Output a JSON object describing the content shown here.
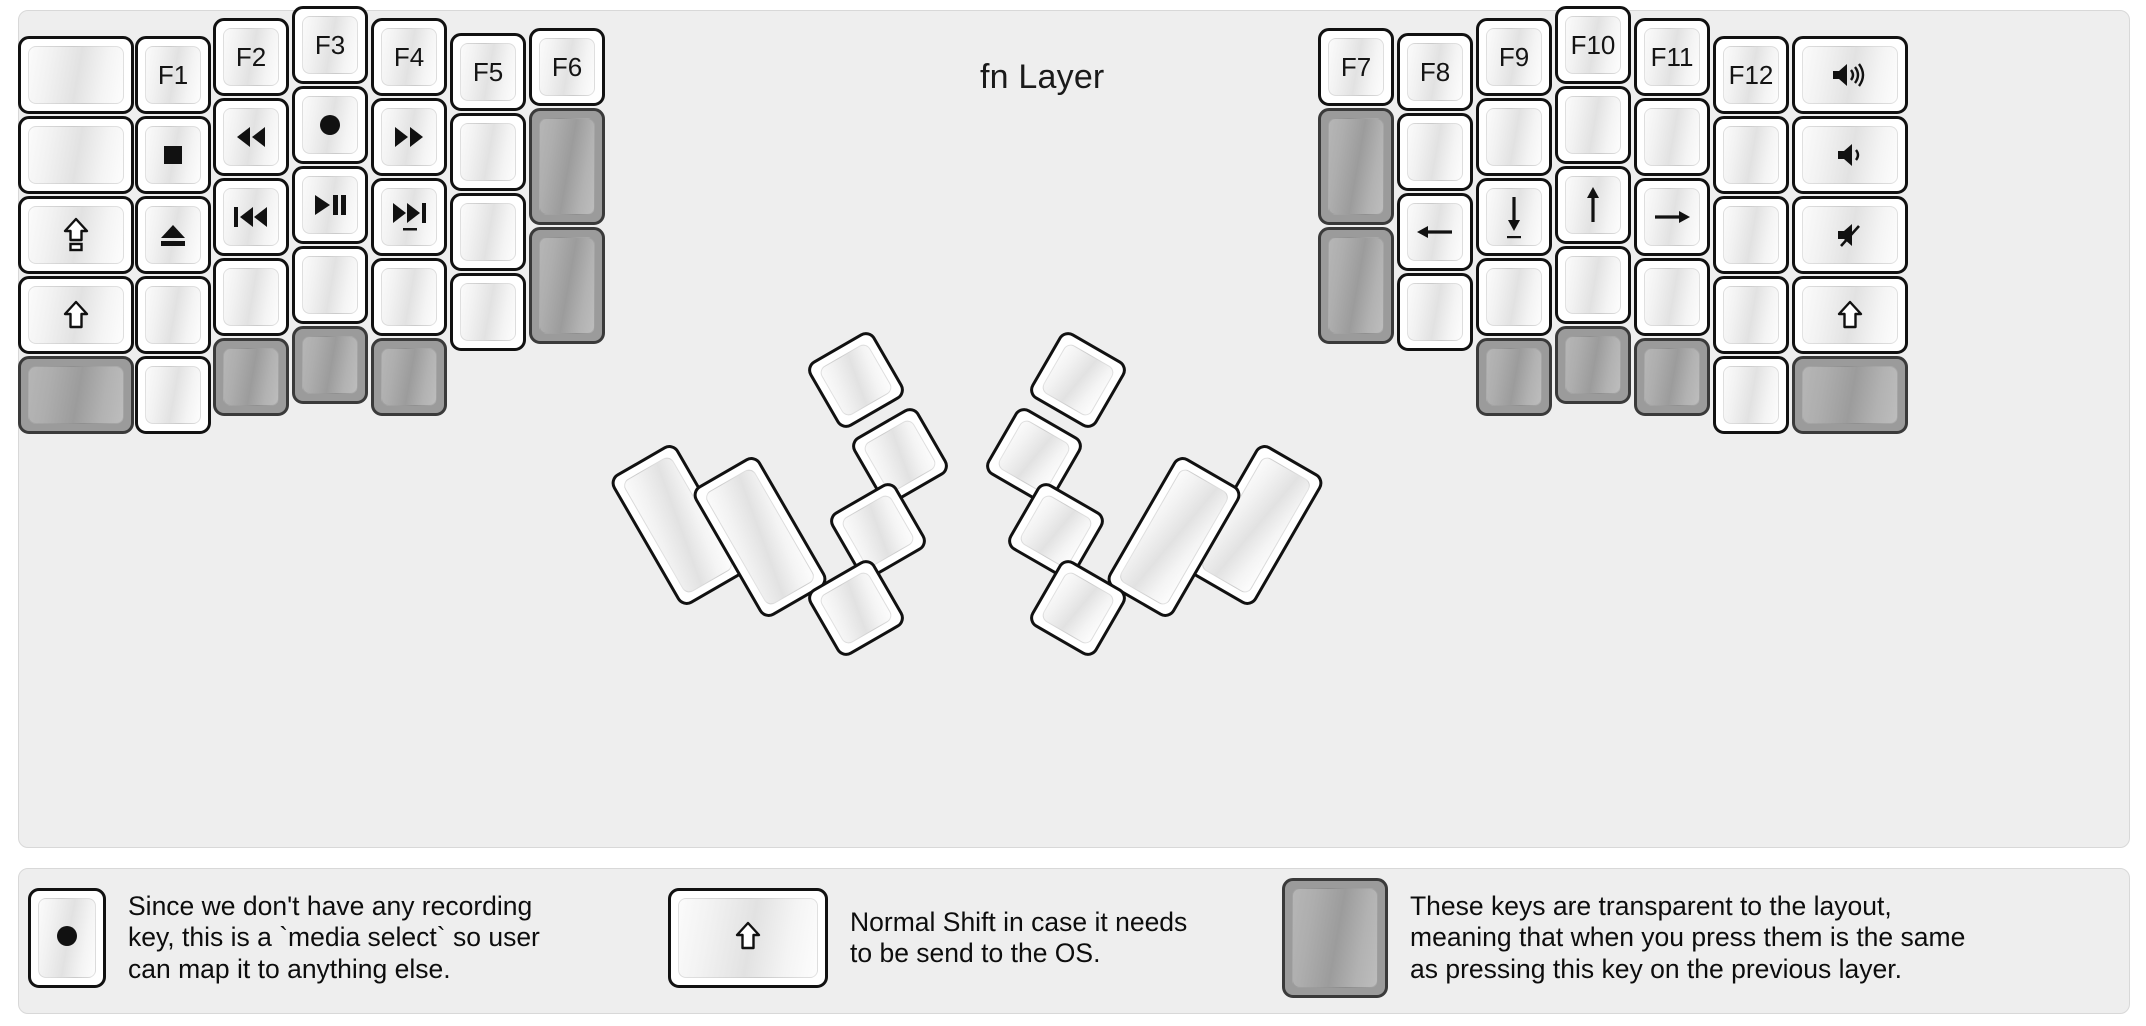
{
  "title": "fn Layer",
  "colors": {
    "panel_background": "#eeeeee",
    "key_face": "#ffffff",
    "key_border": "#111111",
    "transparent_key": "#9b9b9b",
    "label_text": "#141414"
  },
  "keyboard": {
    "name": "split-ergonomic-keyboard",
    "left_half": {
      "columns": [
        {
          "name": "pinky-outer-column",
          "keys": [
            {
              "label": "",
              "icon": "",
              "type": "normal"
            },
            {
              "label": "",
              "icon": "",
              "type": "normal"
            },
            {
              "label": "",
              "icon": "caps-lock-icon",
              "type": "normal"
            },
            {
              "label": "",
              "icon": "shift-icon",
              "type": "normal"
            },
            {
              "label": "",
              "icon": "",
              "type": "transparent"
            }
          ]
        },
        {
          "name": "pinky-column",
          "keys": [
            {
              "label": "F1",
              "icon": "",
              "type": "normal"
            },
            {
              "label": "",
              "icon": "media-stop-icon",
              "type": "normal"
            },
            {
              "label": "",
              "icon": "media-eject-icon",
              "type": "normal"
            },
            {
              "label": "",
              "icon": "",
              "type": "normal"
            },
            {
              "label": "",
              "icon": "",
              "type": "normal"
            }
          ]
        },
        {
          "name": "ring-column",
          "keys": [
            {
              "label": "F2",
              "icon": "",
              "type": "normal"
            },
            {
              "label": "",
              "icon": "media-rewind-icon",
              "type": "normal"
            },
            {
              "label": "",
              "icon": "media-previous-track-icon",
              "type": "normal"
            },
            {
              "label": "",
              "icon": "",
              "type": "normal"
            },
            {
              "label": "",
              "icon": "",
              "type": "transparent"
            }
          ]
        },
        {
          "name": "middle-column",
          "keys": [
            {
              "label": "F3",
              "icon": "",
              "type": "normal"
            },
            {
              "label": "",
              "icon": "media-record-icon",
              "type": "normal"
            },
            {
              "label": "",
              "icon": "media-play-pause-icon",
              "type": "normal"
            },
            {
              "label": "",
              "icon": "",
              "type": "normal"
            },
            {
              "label": "",
              "icon": "",
              "type": "transparent"
            }
          ]
        },
        {
          "name": "index-column",
          "keys": [
            {
              "label": "F4",
              "icon": "",
              "type": "normal"
            },
            {
              "label": "",
              "icon": "media-fast-forward-icon",
              "type": "normal"
            },
            {
              "label": "",
              "icon": "media-next-track-icon",
              "type": "normal"
            },
            {
              "label": "",
              "icon": "",
              "type": "normal"
            },
            {
              "label": "",
              "icon": "",
              "type": "transparent"
            }
          ]
        },
        {
          "name": "index-inner-column",
          "keys": [
            {
              "label": "F5",
              "icon": "",
              "type": "normal"
            },
            {
              "label": "",
              "icon": "",
              "type": "normal"
            },
            {
              "label": "",
              "icon": "",
              "type": "normal"
            },
            {
              "label": "",
              "icon": "",
              "type": "normal"
            }
          ]
        },
        {
          "name": "inner-column",
          "keys": [
            {
              "label": "F6",
              "icon": "",
              "type": "normal"
            },
            {
              "label": "",
              "icon": "",
              "type": "transparent"
            },
            {
              "label": "",
              "icon": "",
              "type": "transparent"
            }
          ]
        }
      ],
      "thumb_cluster": {
        "name": "left-thumb-cluster",
        "keys": [
          {
            "label": "",
            "icon": "",
            "type": "normal"
          },
          {
            "label": "",
            "icon": "",
            "type": "normal"
          },
          {
            "label": "",
            "icon": "",
            "type": "normal"
          },
          {
            "label": "",
            "icon": "",
            "type": "normal"
          },
          {
            "label": "",
            "icon": "",
            "type": "normal"
          },
          {
            "label": "",
            "icon": "",
            "type": "normal"
          }
        ]
      }
    },
    "right_half": {
      "columns": [
        {
          "name": "inner-column",
          "keys": [
            {
              "label": "F7",
              "icon": "",
              "type": "normal"
            },
            {
              "label": "",
              "icon": "",
              "type": "transparent"
            },
            {
              "label": "",
              "icon": "",
              "type": "transparent"
            }
          ]
        },
        {
          "name": "index-inner-column",
          "keys": [
            {
              "label": "F8",
              "icon": "",
              "type": "normal"
            },
            {
              "label": "",
              "icon": "",
              "type": "normal"
            },
            {
              "label": "",
              "icon": "arrow-left-icon",
              "type": "normal"
            },
            {
              "label": "",
              "icon": "",
              "type": "normal"
            }
          ]
        },
        {
          "name": "index-column",
          "keys": [
            {
              "label": "F9",
              "icon": "",
              "type": "normal"
            },
            {
              "label": "",
              "icon": "",
              "type": "normal"
            },
            {
              "label": "",
              "icon": "arrow-down-icon",
              "type": "normal"
            },
            {
              "label": "",
              "icon": "",
              "type": "normal"
            },
            {
              "label": "",
              "icon": "",
              "type": "transparent"
            }
          ]
        },
        {
          "name": "middle-column",
          "keys": [
            {
              "label": "F10",
              "icon": "",
              "type": "normal"
            },
            {
              "label": "",
              "icon": "",
              "type": "normal"
            },
            {
              "label": "",
              "icon": "arrow-up-icon",
              "type": "normal"
            },
            {
              "label": "",
              "icon": "",
              "type": "normal"
            },
            {
              "label": "",
              "icon": "",
              "type": "transparent"
            }
          ]
        },
        {
          "name": "ring-column",
          "keys": [
            {
              "label": "F11",
              "icon": "",
              "type": "normal"
            },
            {
              "label": "",
              "icon": "",
              "type": "normal"
            },
            {
              "label": "",
              "icon": "arrow-right-icon",
              "type": "normal"
            },
            {
              "label": "",
              "icon": "",
              "type": "normal"
            },
            {
              "label": "",
              "icon": "",
              "type": "transparent"
            }
          ]
        },
        {
          "name": "pinky-column",
          "keys": [
            {
              "label": "F12",
              "icon": "",
              "type": "normal"
            },
            {
              "label": "",
              "icon": "",
              "type": "normal"
            },
            {
              "label": "",
              "icon": "",
              "type": "normal"
            },
            {
              "label": "",
              "icon": "",
              "type": "normal"
            },
            {
              "label": "",
              "icon": "",
              "type": "normal"
            }
          ]
        },
        {
          "name": "pinky-outer-column",
          "keys": [
            {
              "label": "",
              "icon": "volume-up-icon",
              "type": "normal"
            },
            {
              "label": "",
              "icon": "volume-down-icon",
              "type": "normal"
            },
            {
              "label": "",
              "icon": "volume-mute-icon",
              "type": "normal"
            },
            {
              "label": "",
              "icon": "shift-icon",
              "type": "normal"
            },
            {
              "label": "",
              "icon": "",
              "type": "transparent"
            }
          ]
        }
      ],
      "thumb_cluster": {
        "name": "right-thumb-cluster",
        "keys": [
          {
            "label": "",
            "icon": "",
            "type": "normal"
          },
          {
            "label": "",
            "icon": "",
            "type": "normal"
          },
          {
            "label": "",
            "icon": "",
            "type": "normal"
          },
          {
            "label": "",
            "icon": "",
            "type": "normal"
          },
          {
            "label": "",
            "icon": "",
            "type": "normal"
          },
          {
            "label": "",
            "icon": "",
            "type": "normal"
          }
        ]
      }
    }
  },
  "legend": {
    "items": [
      {
        "key_icon": "media-record-icon",
        "key_type": "normal",
        "text": "Since we don't have any recording\nkey, this is a `media select` so user\ncan map it to anything else."
      },
      {
        "key_icon": "shift-icon",
        "key_type": "normal",
        "text": "Normal Shift in case it needs\nto be send to the OS."
      },
      {
        "key_icon": "",
        "key_type": "transparent",
        "text": "These keys are transparent to the layout,\nmeaning that when you press them is the same\nas pressing this key on the previous layer."
      }
    ]
  }
}
